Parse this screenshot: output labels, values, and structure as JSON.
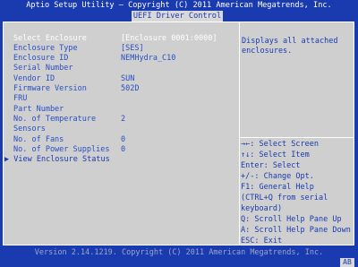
{
  "header": {
    "title": "Aptio Setup Utility – Copyright (C) 2011 American Megatrends, Inc.",
    "tab": "UEFI Driver Control"
  },
  "settings": [
    {
      "label": "Select Enclosure",
      "value": "[Enclosure 0001:0000]",
      "selected": true
    },
    {
      "label": "Enclosure Type",
      "value": "[SES]"
    },
    {
      "label": "Enclosure ID",
      "value": "NEMHydra_C10"
    },
    {
      "label": "Serial Number",
      "value": ""
    },
    {
      "label": "Vendor ID",
      "value": "SUN"
    },
    {
      "label": "Firmware Version",
      "value": "502D"
    },
    {
      "label": "FRU",
      "value": ""
    },
    {
      "label": "Part Number",
      "value": ""
    },
    {
      "label": "No. of Temperature",
      "value": "2"
    },
    {
      "label": "Sensors",
      "value": ""
    },
    {
      "label": "No. of Fans",
      "value": "0"
    },
    {
      "label": "No. of Power Supplies",
      "value": "0"
    }
  ],
  "submenu": {
    "arrow": "▶",
    "label": "View Enclosure Status"
  },
  "help": {
    "text": "Displays all attached\nenclosures."
  },
  "keys": [
    "→←: Select Screen",
    "↑↓: Select Item",
    "Enter: Select",
    "+/-: Change Opt.",
    "F1: General Help",
    "(CTRL+Q from serial",
    "keyboard)",
    "Q: Scroll Help Pane Up",
    "A: Scroll Help Pane Down",
    "ESC: Exit"
  ],
  "footer": {
    "text": "Version 2.14.1219. Copyright (C) 2011 American Megatrends, Inc.",
    "badge": "AB"
  },
  "colors": {
    "background": "#1a3bb0",
    "panel": "#cfcfcf",
    "text_blue": "#2a4fc4",
    "selected": "#ffffff"
  }
}
